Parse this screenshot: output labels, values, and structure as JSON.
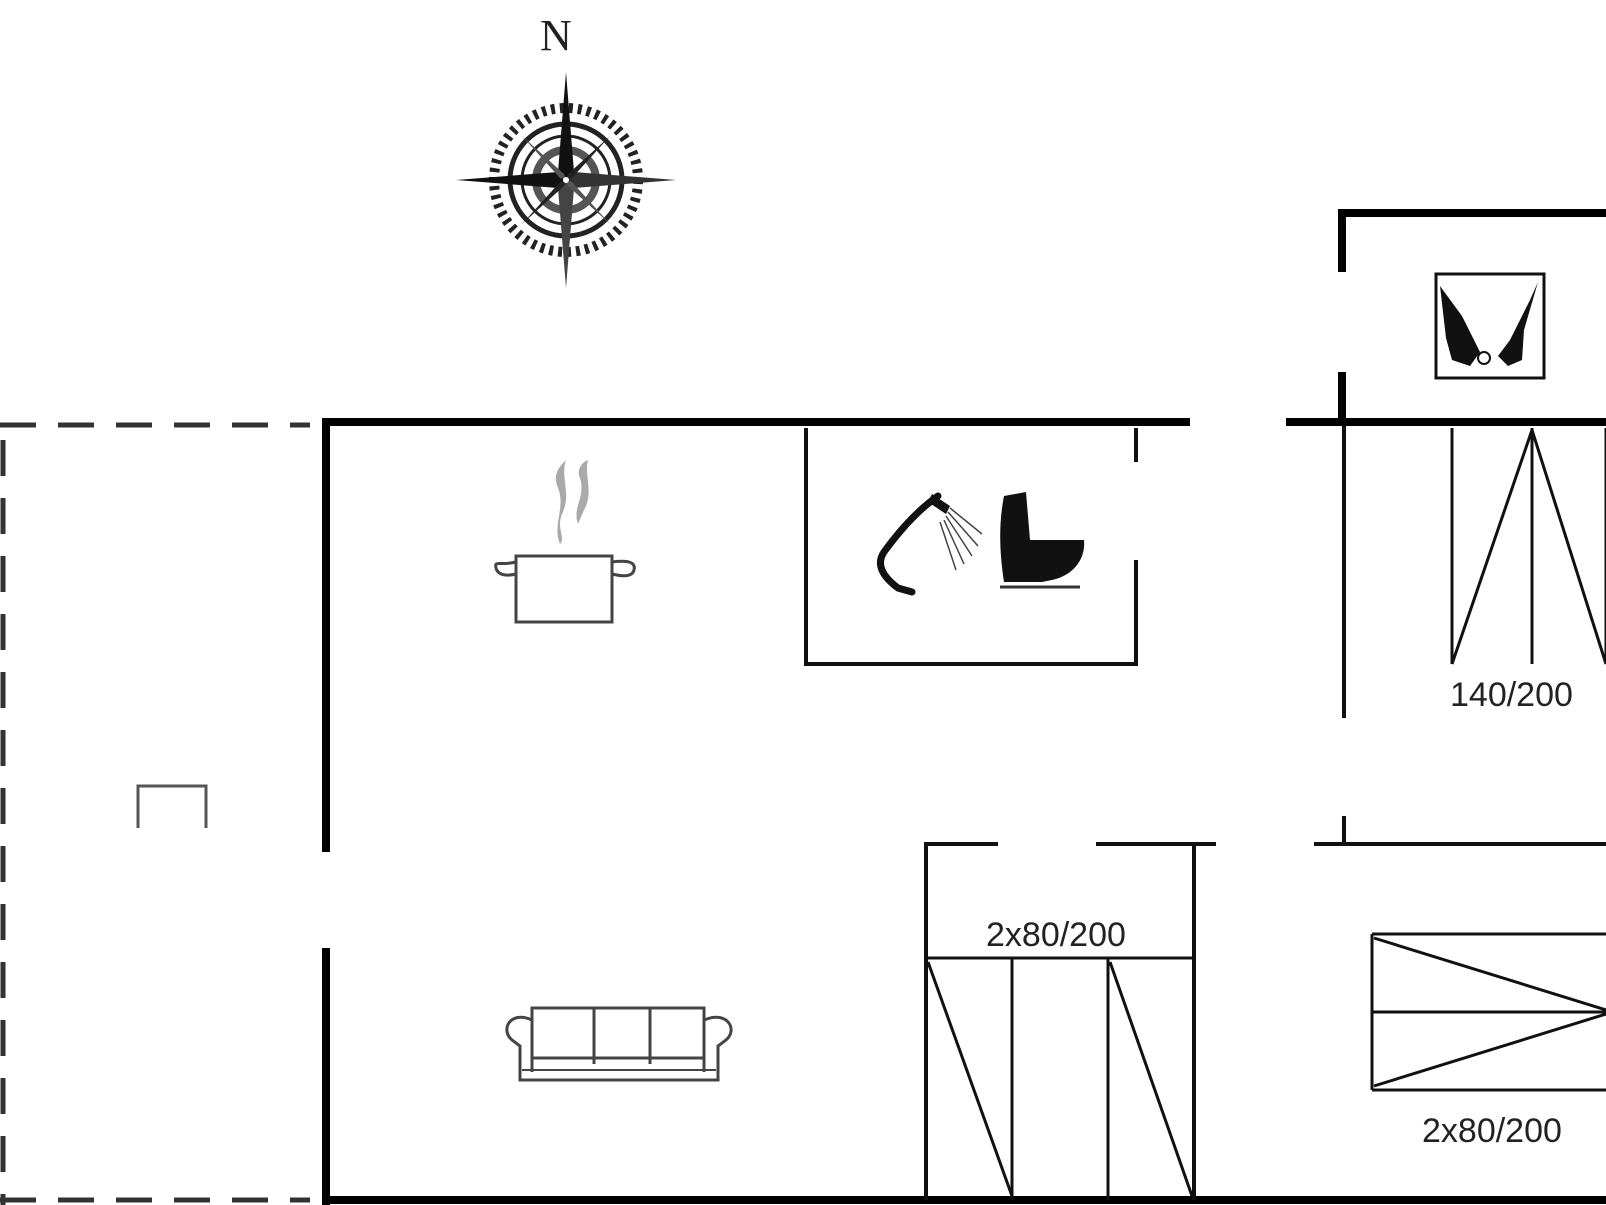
{
  "compass": {
    "north_label": "N",
    "icon": "compass-rose-icon"
  },
  "beds": {
    "bed_140": "140/200",
    "bed_2x80_a": "2x80/200",
    "bed_2x80_b": "2x80/200"
  },
  "icons": {
    "kitchen": "cooking-pot-icon",
    "bathroom_shower": "shower-icon",
    "bathroom_toilet": "toilet-icon",
    "living": "sofa-icon",
    "terrace": "grill-icon",
    "utility": "washing-icon"
  }
}
